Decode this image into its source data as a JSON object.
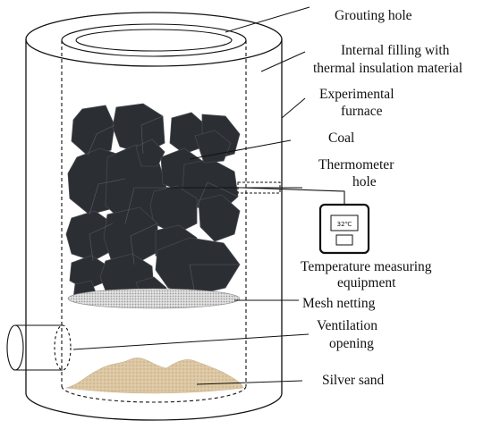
{
  "labels": {
    "grouting_hole": "Grouting hole",
    "internal_filling_line1": "Internal filling with",
    "internal_filling_line2": "thermal insulation material",
    "experimental_furnace_line1": "Experimental",
    "experimental_furnace_line2": "furnace",
    "coal": "Coal",
    "thermometer_hole_line1": "Thermometer",
    "thermometer_hole_line2": "hole",
    "temperature_equipment_line1": "Temperature measuring",
    "temperature_equipment_line2": "equipment",
    "mesh_netting": "Mesh netting",
    "ventilation_opening_line1": "Ventilation",
    "ventilation_opening_line2": "opening",
    "silver_sand": "Silver sand"
  },
  "meter": {
    "reading": "32℃"
  },
  "colors": {
    "coal": "#2b2e33",
    "coal_edge": "#45494f",
    "mesh": "#bdbdbd",
    "sand": "#d8c3a0",
    "line": "#111111"
  }
}
